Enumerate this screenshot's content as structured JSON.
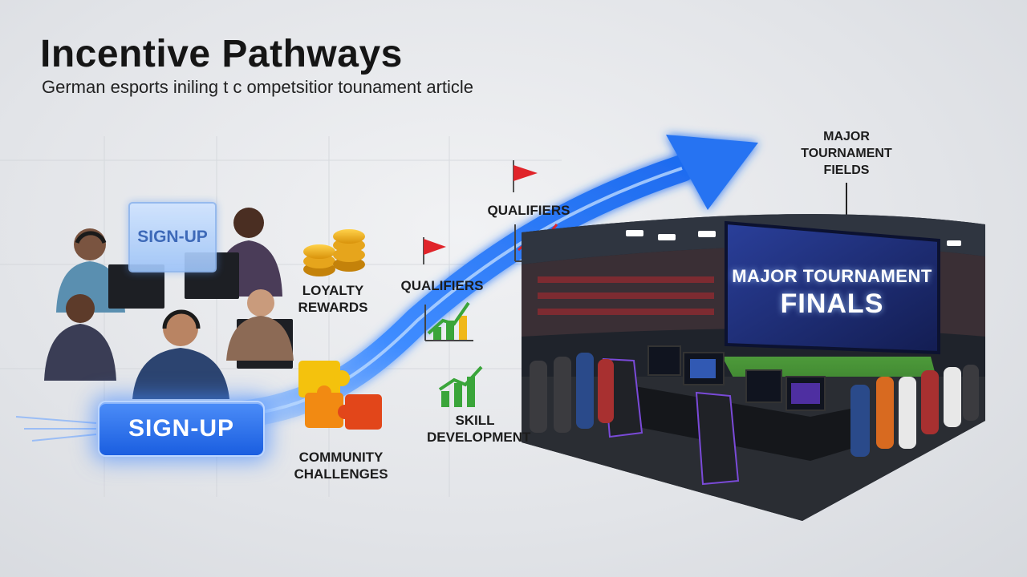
{
  "header": {
    "title": "Incentive Pathways",
    "subtitle": "German esports iniling t c ompetsitior tounament article"
  },
  "stages": {
    "signup_button": "SIGN-UP",
    "signup_panel": "SIGN-UP",
    "loyalty_rewards": [
      "LOYALTY",
      "REWARDS"
    ],
    "community_challenges": [
      "COMMUNITY",
      "CHALLENGES"
    ],
    "qualifiers_low": "QUALIFIERS",
    "skill_development": [
      "SKILL",
      "DEVELOPMENT"
    ],
    "qualifiers_high": "QUALIFIERS",
    "major_tournament_fields": [
      "MAJOR",
      "TOURNAMENT",
      "FIELDS"
    ]
  },
  "arena_screen": {
    "line1": "MAJOR TOURNAMENT",
    "line2": "FINALS"
  },
  "colors": {
    "accent_blue": "#2f7cf6",
    "flag_red": "#e0242a",
    "chart_green": "#3aa53a"
  }
}
